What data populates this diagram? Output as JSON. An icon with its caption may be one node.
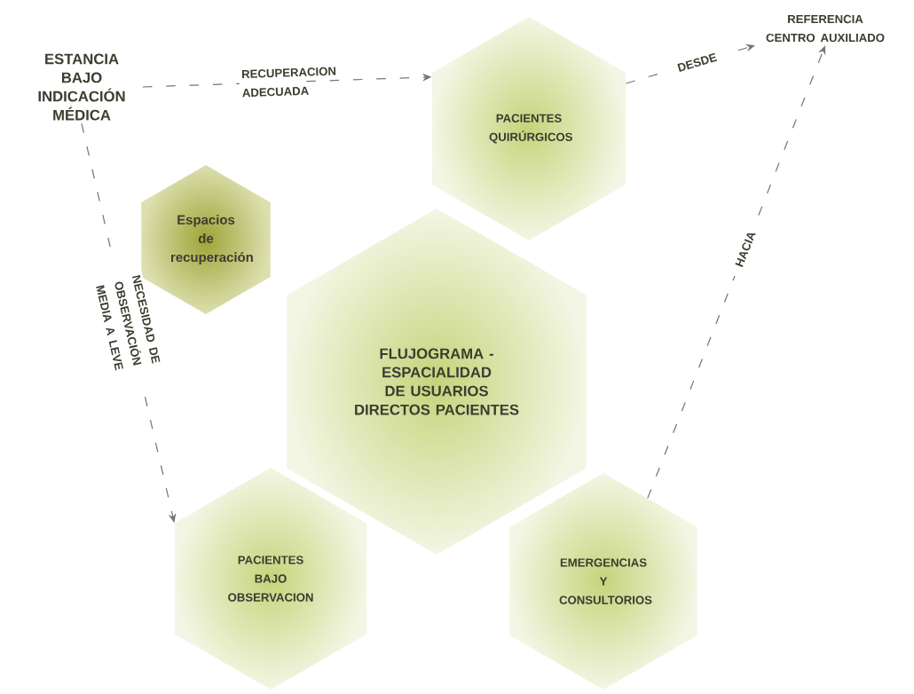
{
  "diagram": {
    "nodes": [
      {
        "text": [
          "ESTANCIA BAJO INDICACIÓN MÉDICA"
        ]
      },
      {
        "text": [
          "PACIENTES QUIRÚRGICOS"
        ]
      },
      {
        "text": [
          "REFERENCIA CENTRO AUXILIADO"
        ]
      },
      {
        "text": [
          "Espacios de recuperación"
        ]
      },
      {
        "text": [
          "FLUJOGRAMA - ESPACIALIDAD DE USUARIOS DIRECTOS PACIENTES"
        ]
      },
      {
        "text": [
          "PACIENTES BAJO OBSERVACION"
        ]
      },
      {
        "text": [
          "EMERGENCIAS Y CONSULTORIOS"
        ]
      }
    ],
    "edges": [
      {
        "from": 0,
        "to": 1,
        "arrow": "to",
        "label": "RECUPERACION ADECUADA",
        "style": "dashed"
      },
      {
        "from": 1,
        "to": 2,
        "arrow": "to",
        "label": "DESDE",
        "style": "dashed"
      },
      {
        "from": 6,
        "to": 2,
        "arrow": "to",
        "label": "HACIA",
        "style": "dashed"
      },
      {
        "from": 0,
        "to": 5,
        "arrow": "to",
        "label": "NECESIDAD DE OBSERVACIÓN MEDIA A LEVE",
        "style": "dashed"
      }
    ]
  }
}
